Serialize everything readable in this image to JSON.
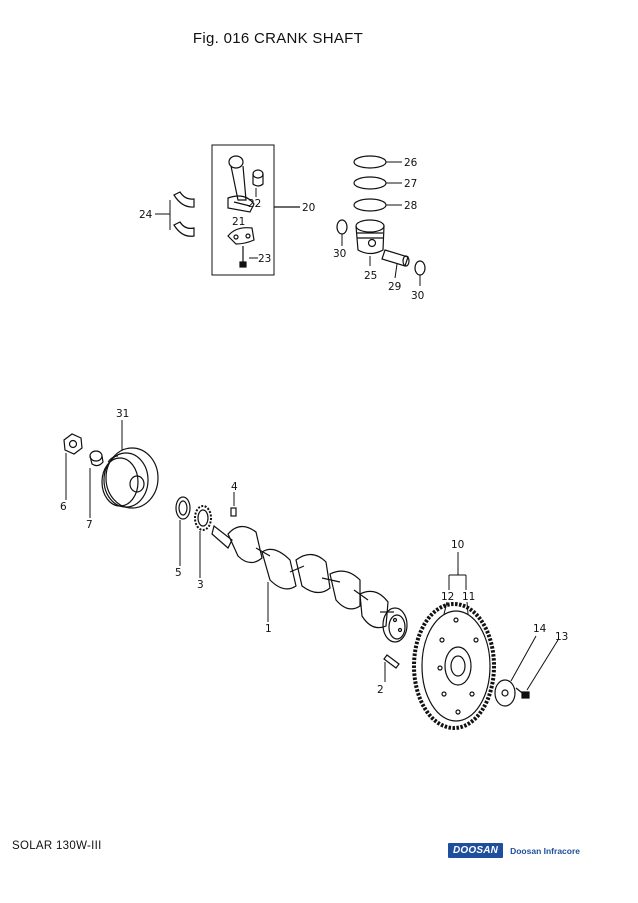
{
  "title": "Fig. 016 CRANK SHAFT",
  "footer": {
    "model": "SOLAR 130W-III",
    "brand_logo": "DOOSAN",
    "brand_name": "Doosan Infracore"
  },
  "parts": {
    "p1": "1",
    "p2": "2",
    "p3": "3",
    "p4": "4",
    "p5": "5",
    "p6": "6",
    "p7": "7",
    "p10": "10",
    "p11": "11",
    "p12": "12",
    "p13": "13",
    "p14": "14",
    "p20": "20",
    "p21": "21",
    "p22": "22",
    "p23": "23",
    "p24": "24",
    "p25": "25",
    "p26": "26",
    "p27": "27",
    "p28": "28",
    "p29": "29",
    "p30a": "30",
    "p30b": "30",
    "p31": "31"
  }
}
